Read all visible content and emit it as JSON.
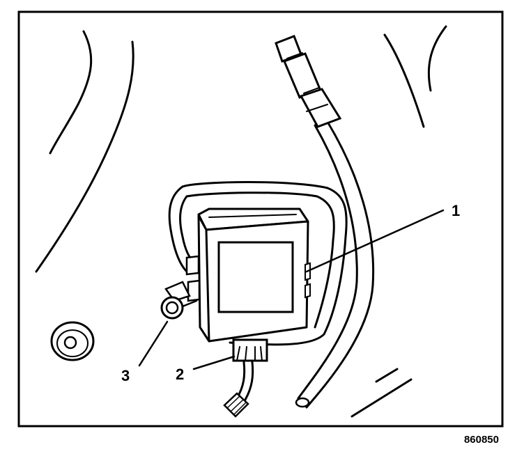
{
  "callouts": {
    "module": "1",
    "connector": "2",
    "fastener": "3"
  },
  "figure_id": "860850",
  "colors": {
    "line": "#000000",
    "background": "#ffffff"
  }
}
